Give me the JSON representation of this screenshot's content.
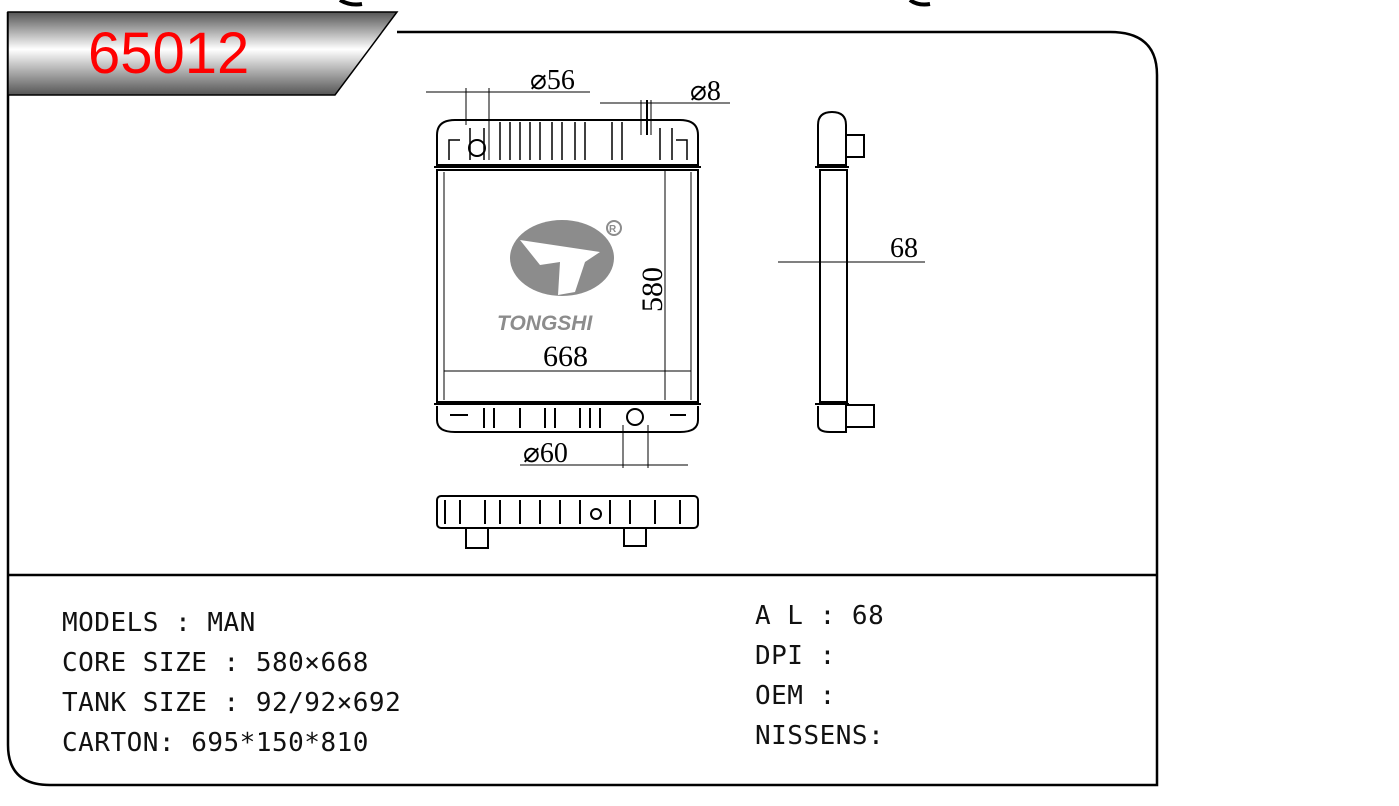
{
  "header": {
    "part_number": "65012"
  },
  "drawing": {
    "dim_inlet": "⌀56",
    "dim_small": "⌀8",
    "dim_height": "580",
    "dim_width": "668",
    "dim_outlet": "⌀60",
    "dim_depth": "68",
    "logo_text": "TONGSHI",
    "registered": "®"
  },
  "specs": {
    "models": "MODELS : MAN",
    "core_size": "CORE SIZE : 580×668",
    "tank_size": "TANK SIZE : 92/92×692",
    "carton": "CARTON: 695*150*810",
    "al": "A L : 68",
    "dpi": "DPI :",
    "oem": "OEM :",
    "nissens": "NISSENS:"
  },
  "colors": {
    "title": "#ff0000",
    "logo": "#8c8c8c"
  }
}
